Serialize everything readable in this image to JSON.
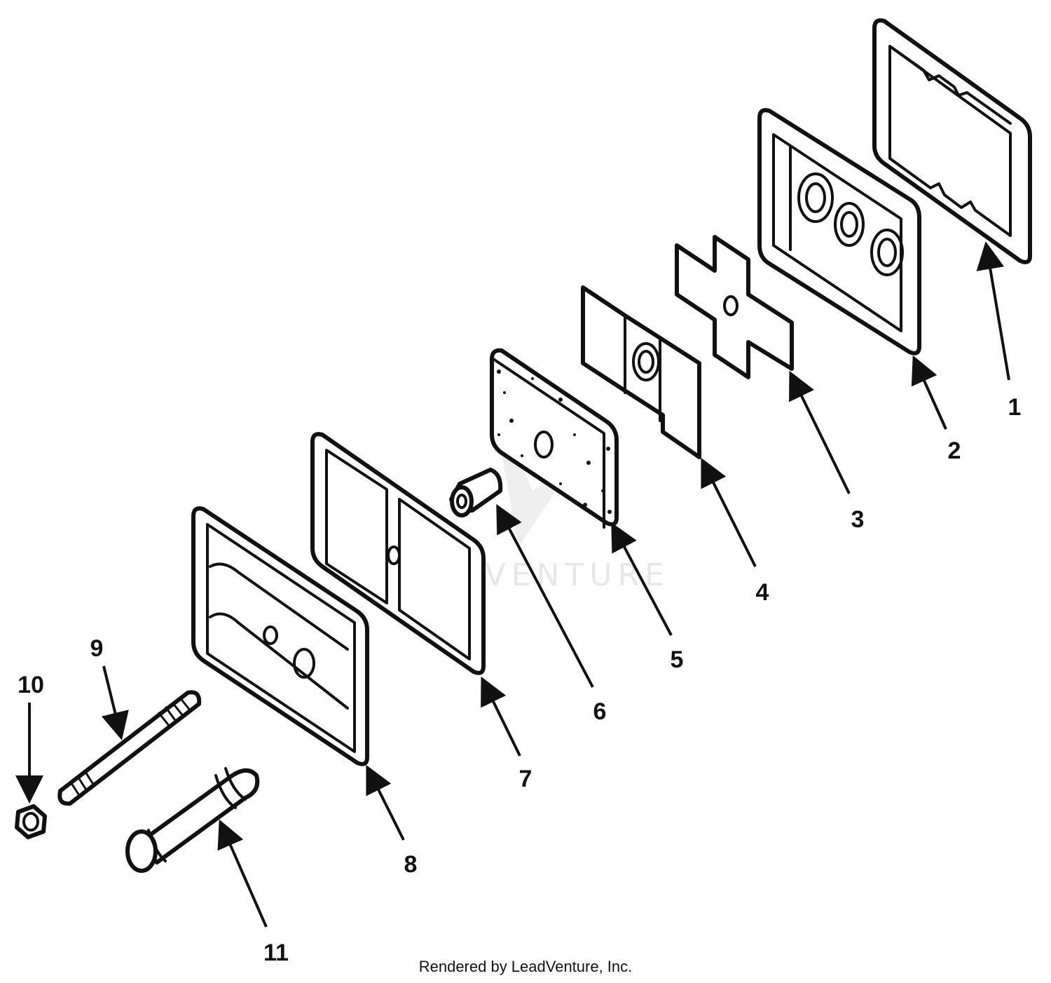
{
  "watermark": {
    "text": "LEADVENTURE"
  },
  "callouts": [
    {
      "id": "1",
      "label": "1"
    },
    {
      "id": "2",
      "label": "2"
    },
    {
      "id": "3",
      "label": "3"
    },
    {
      "id": "4",
      "label": "4"
    },
    {
      "id": "5",
      "label": "5"
    },
    {
      "id": "6",
      "label": "6"
    },
    {
      "id": "7",
      "label": "7"
    },
    {
      "id": "8",
      "label": "8"
    },
    {
      "id": "9",
      "label": "9"
    },
    {
      "id": "10",
      "label": "10"
    },
    {
      "id": "11",
      "label": "11"
    }
  ],
  "footer": {
    "credit": "Rendered by LeadVenture, Inc."
  }
}
